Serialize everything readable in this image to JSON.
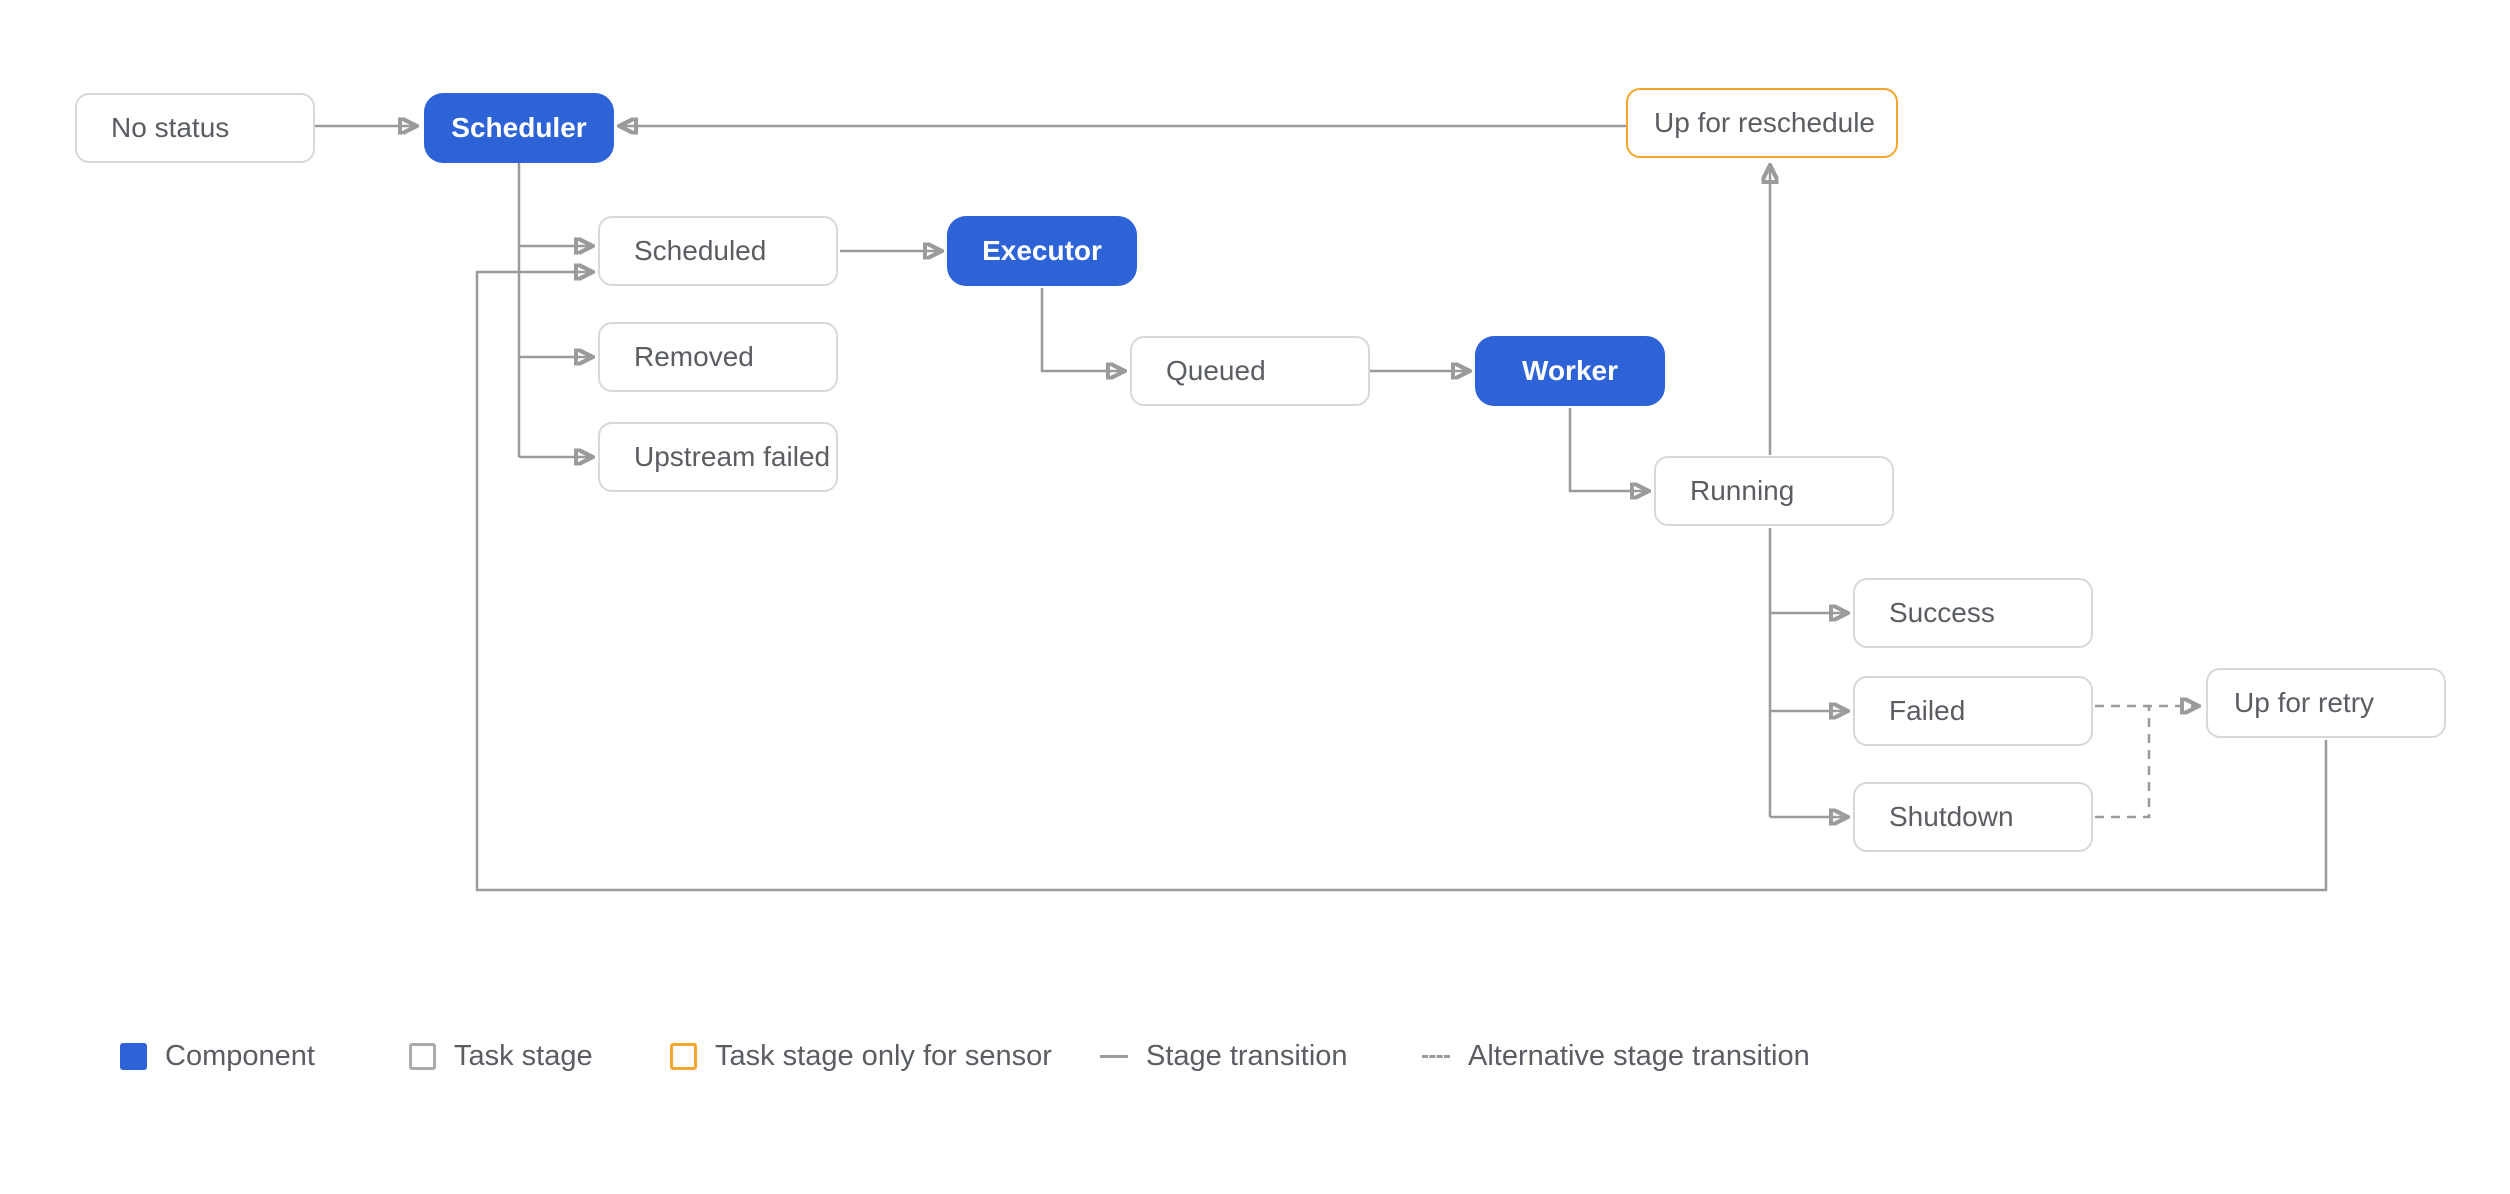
{
  "colors": {
    "component_fill": "#2E63D8",
    "component_text": "#FFFFFF",
    "sensor_border": "#F5A62B",
    "task_border": "#D8D8D8",
    "line": "#9B9B9B",
    "text": "#5A5E63",
    "background": "#FFFFFF"
  },
  "nodes": {
    "no_status": {
      "label": "No status",
      "type": "task-stage"
    },
    "scheduler": {
      "label": "Scheduler",
      "type": "component"
    },
    "up_for_reschedule": {
      "label": "Up for reschedule",
      "type": "task-stage-sensor"
    },
    "scheduled": {
      "label": "Scheduled",
      "type": "task-stage"
    },
    "removed": {
      "label": "Removed",
      "type": "task-stage"
    },
    "upstream_failed": {
      "label": "Upstream failed",
      "type": "task-stage"
    },
    "executor": {
      "label": "Executor",
      "type": "component"
    },
    "queued": {
      "label": "Queued",
      "type": "task-stage"
    },
    "worker": {
      "label": "Worker",
      "type": "component"
    },
    "running": {
      "label": "Running",
      "type": "task-stage"
    },
    "success": {
      "label": "Success",
      "type": "task-stage"
    },
    "failed": {
      "label": "Failed",
      "type": "task-stage"
    },
    "shutdown": {
      "label": "Shutdown",
      "type": "task-stage"
    },
    "up_for_retry": {
      "label": "Up for retry",
      "type": "task-stage"
    }
  },
  "legend": {
    "component": "Component",
    "task_stage": "Task stage",
    "sensor_stage": "Task stage only for sensor",
    "transition": "Stage transition",
    "alt_transition": "Alternative stage transition"
  }
}
